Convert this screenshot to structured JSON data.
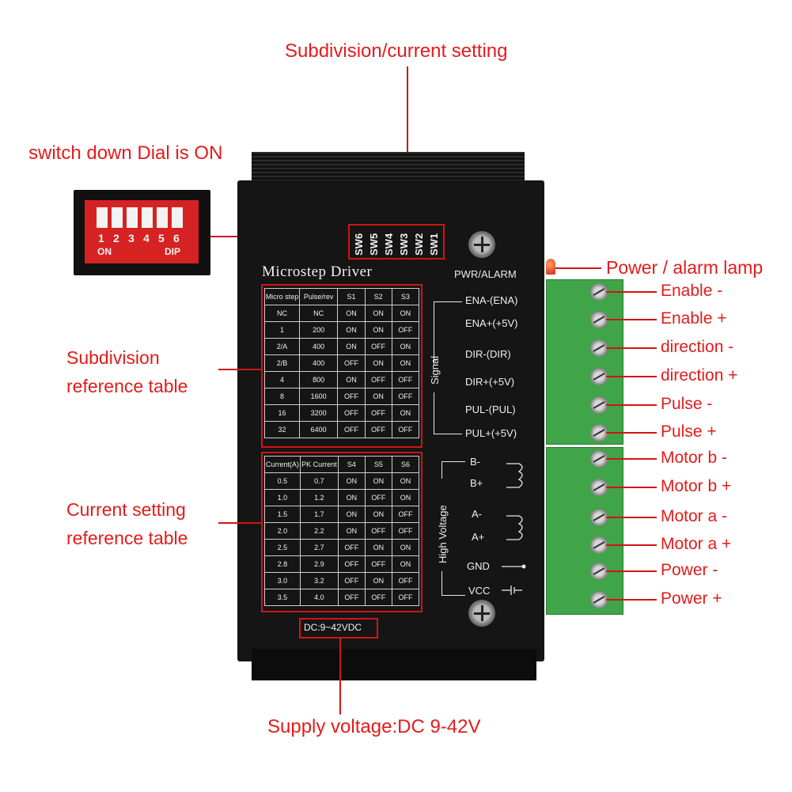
{
  "callouts": {
    "subdivision_current_setting": "Subdivision/current setting",
    "switch_down": "switch down Dial is ON",
    "power_alarm_lamp": "Power / alarm lamp",
    "subdivision_table_line1": "Subdivision",
    "subdivision_table_line2": "reference table",
    "current_table_line1": "Current setting",
    "current_table_line2": "reference table",
    "supply_voltage": "Supply voltage:DC 9-42V"
  },
  "dip_switch": {
    "numbers": [
      "1",
      "2",
      "3",
      "4",
      "5",
      "6"
    ],
    "on_label": "ON",
    "dip_label": "DIP"
  },
  "driver": {
    "title": "Microstep Driver",
    "pwr_alarm": "PWR/ALARM",
    "sw_labels": [
      "SW6",
      "SW5",
      "SW4",
      "SW3",
      "SW2",
      "SW1"
    ],
    "dc_label": "DC:9~42VDC",
    "signal_label": "Signal",
    "high_voltage_label": "High Voltage",
    "signal_pins": [
      "ENA-(ENA)",
      "ENA+(+5V)",
      "DIR-(DIR)",
      "DIR+(+5V)",
      "PUL-(PUL)",
      "PUL+(+5V)"
    ],
    "power_pins": [
      "B-",
      "B+",
      "A-",
      "A+",
      "GND",
      "VCC"
    ]
  },
  "subdivision_table": {
    "headers": [
      "Micro step",
      "Pulse/rev",
      "S1",
      "S2",
      "S3"
    ],
    "rows": [
      [
        "NC",
        "NC",
        "ON",
        "ON",
        "ON"
      ],
      [
        "1",
        "200",
        "ON",
        "ON",
        "OFF"
      ],
      [
        "2/A",
        "400",
        "ON",
        "OFF",
        "ON"
      ],
      [
        "2/B",
        "400",
        "OFF",
        "ON",
        "ON"
      ],
      [
        "4",
        "800",
        "ON",
        "OFF",
        "OFF"
      ],
      [
        "8",
        "1600",
        "OFF",
        "ON",
        "OFF"
      ],
      [
        "16",
        "3200",
        "OFF",
        "OFF",
        "ON"
      ],
      [
        "32",
        "6400",
        "OFF",
        "OFF",
        "OFF"
      ]
    ]
  },
  "current_table": {
    "headers": [
      "Current(A)",
      "PK Current",
      "S4",
      "S5",
      "S6"
    ],
    "rows": [
      [
        "0.5",
        "0.7",
        "ON",
        "ON",
        "ON"
      ],
      [
        "1.0",
        "1.2",
        "ON",
        "OFF",
        "ON"
      ],
      [
        "1.5",
        "1.7",
        "ON",
        "ON",
        "OFF"
      ],
      [
        "2.0",
        "2.2",
        "ON",
        "OFF",
        "OFF"
      ],
      [
        "2.5",
        "2.7",
        "OFF",
        "ON",
        "ON"
      ],
      [
        "2.8",
        "2.9",
        "OFF",
        "OFF",
        "ON"
      ],
      [
        "3.0",
        "3.2",
        "OFF",
        "ON",
        "OFF"
      ],
      [
        "3.5",
        "4.0",
        "OFF",
        "OFF",
        "OFF"
      ]
    ]
  },
  "terminals": [
    "Enable -",
    "Enable +",
    "direction -",
    "direction +",
    "Pulse -",
    "Pulse +",
    "Motor b -",
    "Motor b +",
    "Motor a -",
    "Motor a +",
    "Power -",
    "Power +"
  ],
  "colors": {
    "annotation_red": "#e41b1b",
    "terminal_green": "#3fa548",
    "driver_black": "#151515"
  }
}
